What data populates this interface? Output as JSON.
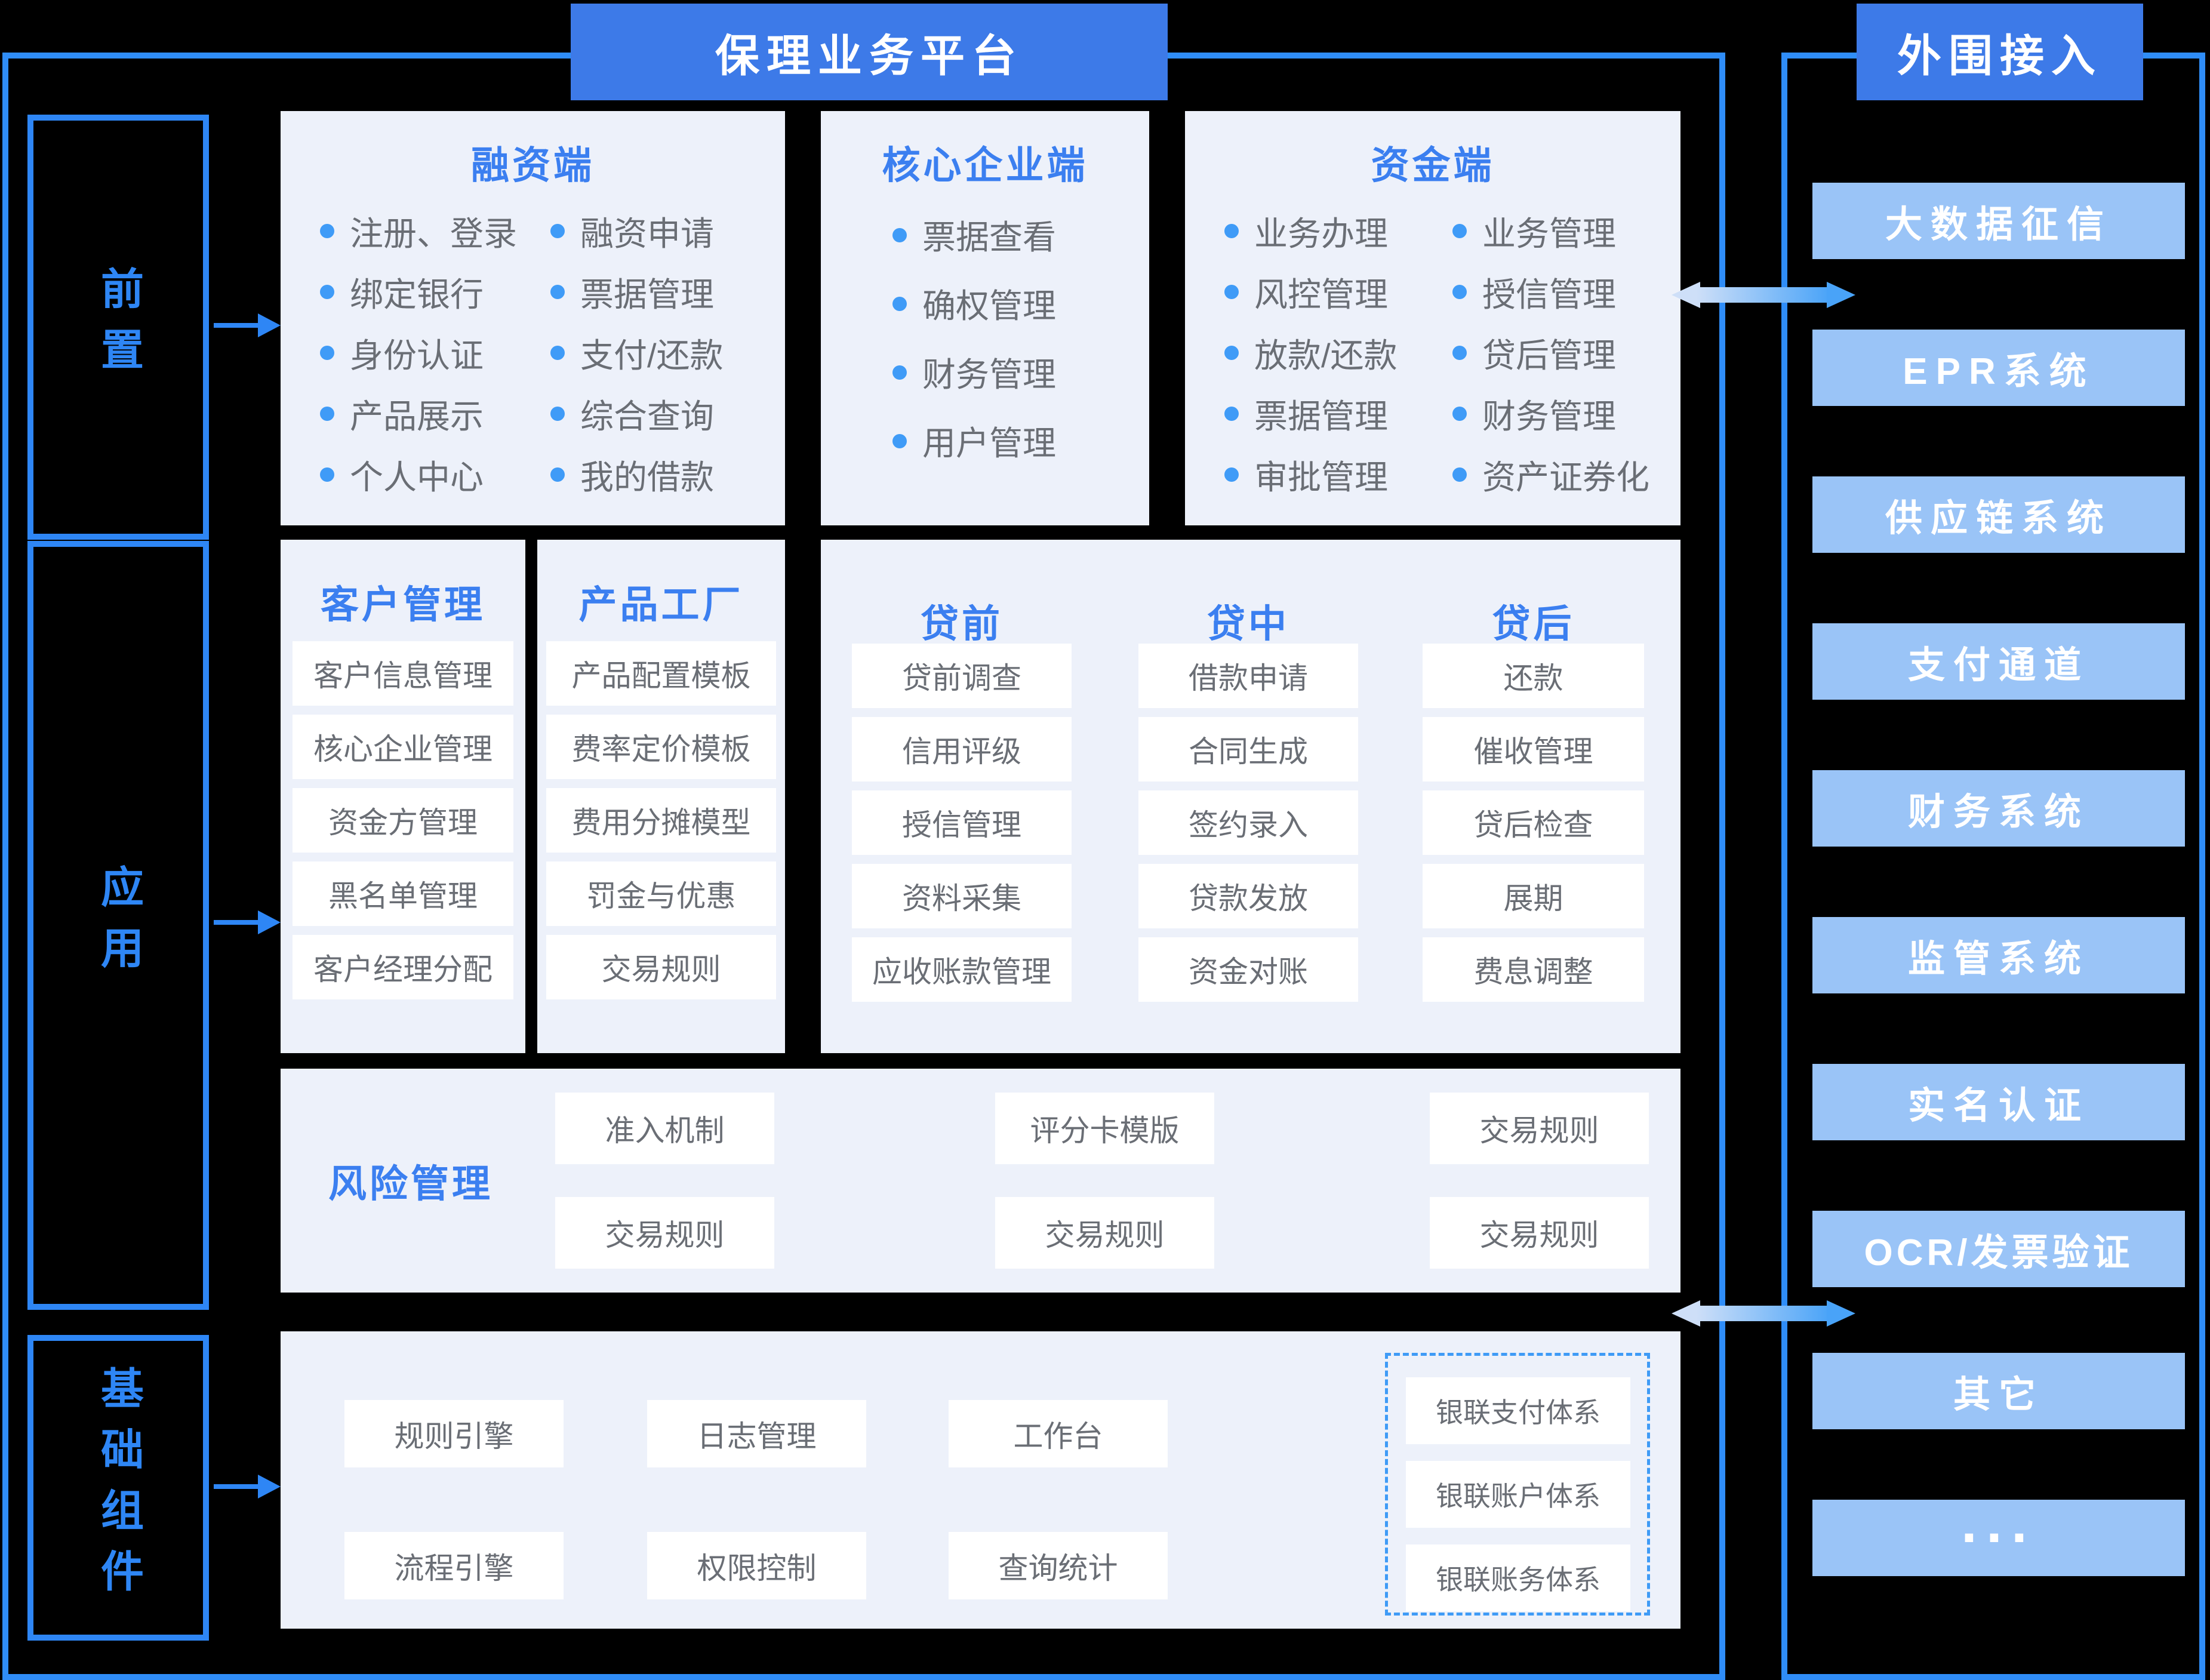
{
  "banners": {
    "platform": "保理业务平台",
    "peripheral": "外围接入"
  },
  "rail": {
    "front": "前置",
    "app": "应用",
    "base": "基础组件"
  },
  "financing": {
    "title": "融资端",
    "col1": [
      "注册、登录",
      "绑定银行",
      "身份认证",
      "产品展示",
      "个人中心"
    ],
    "col2": [
      "融资申请",
      "票据管理",
      "支付/还款",
      "综合查询",
      "我的借款"
    ]
  },
  "core_enterprise": {
    "title": "核心企业端",
    "items": [
      "票据查看",
      "确权管理",
      "财务管理",
      "用户管理"
    ]
  },
  "funding": {
    "title": "资金端",
    "col1": [
      "业务办理",
      "风控管理",
      "放款/还款",
      "票据管理",
      "审批管理"
    ],
    "col2": [
      "业务管理",
      "授信管理",
      "贷后管理",
      "财务管理",
      "资产证券化"
    ]
  },
  "customer": {
    "title": "客户管理",
    "items": [
      "客户信息管理",
      "核心企业管理",
      "资金方管理",
      "黑名单管理",
      "客户经理分配"
    ]
  },
  "product_factory": {
    "title": "产品工厂",
    "items": [
      "产品配置模板",
      "费率定价模板",
      "费用分摊模型",
      "罚金与优惠",
      "交易规则"
    ]
  },
  "loan": {
    "pre": {
      "title": "贷前",
      "items": [
        "贷前调查",
        "信用评级",
        "授信管理",
        "资料采集",
        "应收账款管理"
      ]
    },
    "mid": {
      "title": "贷中",
      "items": [
        "借款申请",
        "合同生成",
        "签约录入",
        "贷款发放",
        "资金对账"
      ]
    },
    "post": {
      "title": "贷后",
      "items": [
        "还款",
        "催收管理",
        "贷后检查",
        "展期",
        "费息调整"
      ]
    }
  },
  "risk": {
    "title": "风险管理",
    "row1": [
      "准入机制",
      "评分卡模版",
      "交易规则"
    ],
    "row2": [
      "交易规则",
      "交易规则",
      "交易规则"
    ]
  },
  "base_components": {
    "row1": [
      "规则引擎",
      "日志管理",
      "工作台"
    ],
    "row2": [
      "流程引擎",
      "权限控制",
      "查询统计"
    ],
    "unionpay": [
      "银联支付体系",
      "银联账户体系",
      "银联账务体系"
    ]
  },
  "peripheral": {
    "items": [
      "大数据征信",
      "EPR系统",
      "供应链系统",
      "支付通道",
      "财务系统",
      "监管系统",
      "实名认证",
      "OCR/发票验证",
      "其它",
      "···"
    ]
  },
  "colors": {
    "background": "#000000",
    "outline_blue": "#2F8DF8",
    "banner_blue": "#3D7AE8",
    "title_blue": "#3B7FF0",
    "rail_blue": "#2E86F5",
    "item_gray": "#6A6E75",
    "panel_bg": "#EDF1FA",
    "module_bg": "#FFFFFF",
    "peripheral_box_bg": "#9AC4F7",
    "bullet_blue": "#3F9BF7",
    "dashed_blue": "#3F9BF6"
  }
}
